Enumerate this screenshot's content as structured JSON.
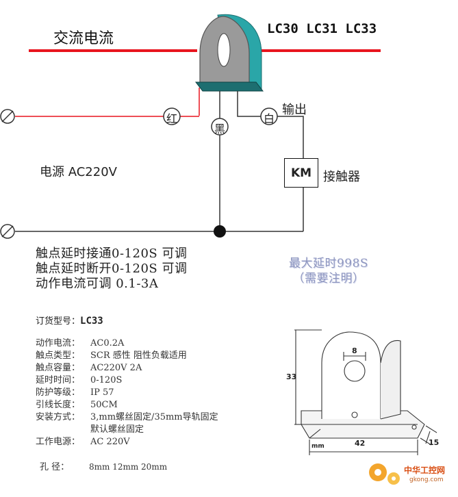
{
  "diagram": {
    "ac_current_label": "交流电流",
    "models_label": "LC30  LC31  LC33",
    "output_label": "输出",
    "power_label": "电源 AC220V",
    "contactor_box": "KM",
    "contactor_label": "接触器",
    "wire_red": "红",
    "wire_black": "黑",
    "wire_white": "白",
    "colors": {
      "red_wire": "#e8141e",
      "sensor_gray": "#9a9a9a",
      "sensor_teal": "#2aa6a8",
      "wire": "#333333"
    }
  },
  "notes": [
    "触点延时接通0-120S 可调",
    "触点延时断开0-120S 可调",
    "动作电流可调 0.1-3A"
  ],
  "max_delay": [
    "最大延时998S",
    "（需要注明）"
  ],
  "spec": {
    "title_prefix": "订货型号：",
    "title_model": "LC33",
    "rows": [
      {
        "key": "动作电流：",
        "value": "AC0.2A"
      },
      {
        "key": "触点类型：",
        "value": "SCR 感性 阻性负载适用"
      },
      {
        "key": "触点容量：",
        "value": "AC220V 2A"
      },
      {
        "key": "延时时间：",
        "value": "0-120S"
      },
      {
        "key": "防护等级：",
        "value": "IP 57"
      },
      {
        "key": "引线长度：",
        "value": "50CM"
      },
      {
        "key": "安装方式：",
        "value": "3,mm螺丝固定/35mm导轨固定"
      },
      {
        "key": "",
        "value": "默认螺丝固定"
      },
      {
        "key": "工作电源：",
        "value": "AC 220V"
      }
    ],
    "hole_key": "孔    径：",
    "hole_value": "8mm  12mm  20mm"
  },
  "drawing": {
    "hole_dim": "8",
    "height_dim": "33",
    "width_dim": "42",
    "depth_dim": "15",
    "unit": "mm"
  },
  "watermark": {
    "name": "中华工控网",
    "url": "gkong.com"
  }
}
